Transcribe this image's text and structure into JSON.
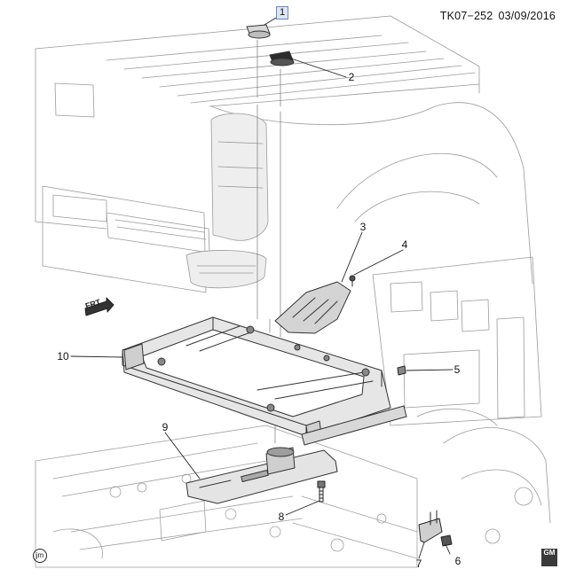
{
  "header": {
    "code": "TK07−252",
    "date": "03/09/2016"
  },
  "frt_label": "FRT",
  "jm_badge": "jm",
  "gm_badge": "GM",
  "callouts": [
    {
      "id": "callout-1",
      "number": "1",
      "highlighted": true
    },
    {
      "id": "callout-2",
      "number": "2"
    },
    {
      "id": "callout-3",
      "number": "3"
    },
    {
      "id": "callout-4",
      "number": "4"
    },
    {
      "id": "callout-5",
      "number": "5"
    },
    {
      "id": "callout-6",
      "number": "6"
    },
    {
      "id": "callout-7",
      "number": "7"
    },
    {
      "id": "callout-8",
      "number": "8"
    },
    {
      "id": "callout-9",
      "number": "9"
    },
    {
      "id": "callout-10",
      "number": "10"
    }
  ],
  "colors": {
    "line": "#8a8a8a",
    "dark": "#3a3a3a",
    "part_fill": "#d8d8d8",
    "highlight": "#dfe6f2"
  }
}
